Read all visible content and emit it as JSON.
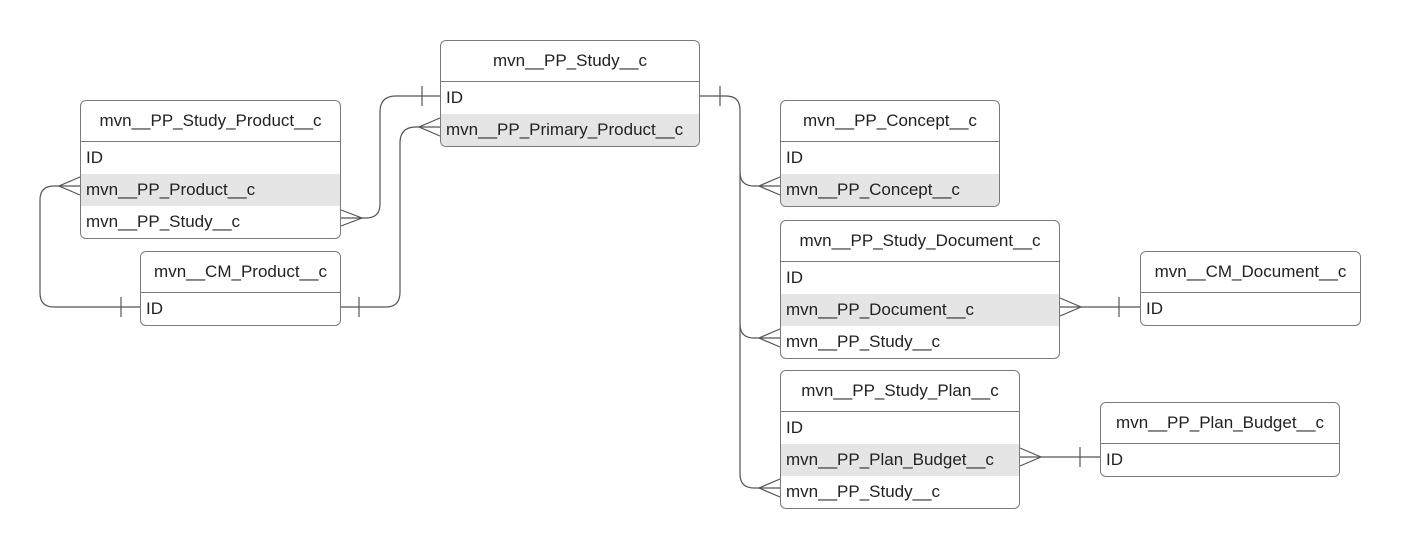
{
  "entities": {
    "study": {
      "title": "mvn__PP_Study__c",
      "fields": [
        "ID",
        "mvn__PP_Primary_Product__c"
      ]
    },
    "study_product": {
      "title": "mvn__PP_Study_Product__c",
      "fields": [
        "ID",
        "mvn__PP_Product__c",
        "mvn__PP_Study__c"
      ]
    },
    "cm_product": {
      "title": "mvn__CM_Product__c",
      "fields": [
        "ID"
      ]
    },
    "concept": {
      "title": "mvn__PP_Concept__c",
      "fields": [
        "ID",
        "mvn__PP_Concept__c"
      ]
    },
    "study_document": {
      "title": "mvn__PP_Study_Document__c",
      "fields": [
        "ID",
        "mvn__PP_Document__c",
        "mvn__PP_Study__c"
      ]
    },
    "cm_document": {
      "title": "mvn__CM_Document__c",
      "fields": [
        "ID"
      ]
    },
    "study_plan": {
      "title": "mvn__PP_Study_Plan__c",
      "fields": [
        "ID",
        "mvn__PP_Plan_Budget__c",
        "mvn__PP_Study__c"
      ]
    },
    "plan_budget": {
      "title": "mvn__PP_Plan_Budget__c",
      "fields": [
        "ID"
      ]
    }
  },
  "colors": {
    "border": "#7a7a7a",
    "line": "#555555",
    "shaded_row": "#e5e5e5"
  }
}
